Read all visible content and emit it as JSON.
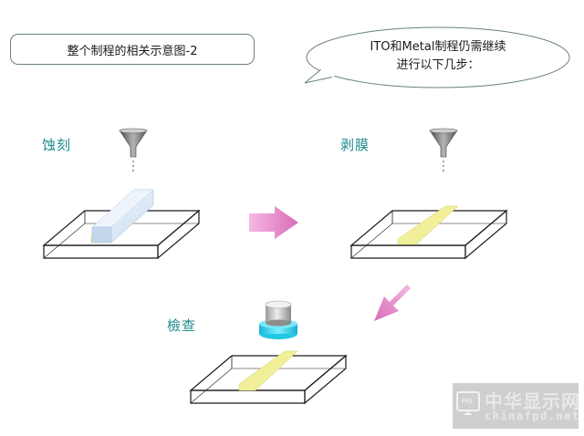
{
  "title": "整个制程的相关示意图-2",
  "note": {
    "line1": "ITO和Metal制程仍需继续",
    "line2": "进行以下几步："
  },
  "steps": {
    "etch": "蚀刻",
    "strip": "剥膜",
    "inspect": "檢查"
  },
  "watermark": {
    "brand": "中华显示网",
    "url": "chinafpd.net",
    "logo_text": "FPD"
  },
  "colors": {
    "label_teal": "#1f8a8c",
    "arrow_pink": "#e487c9",
    "strip_yellow": "#f2ef9a",
    "photoresist_blue": "#dbe8f6",
    "lens_cyan": "#33d6f0",
    "funnel_gray": "#7a7a7a"
  }
}
